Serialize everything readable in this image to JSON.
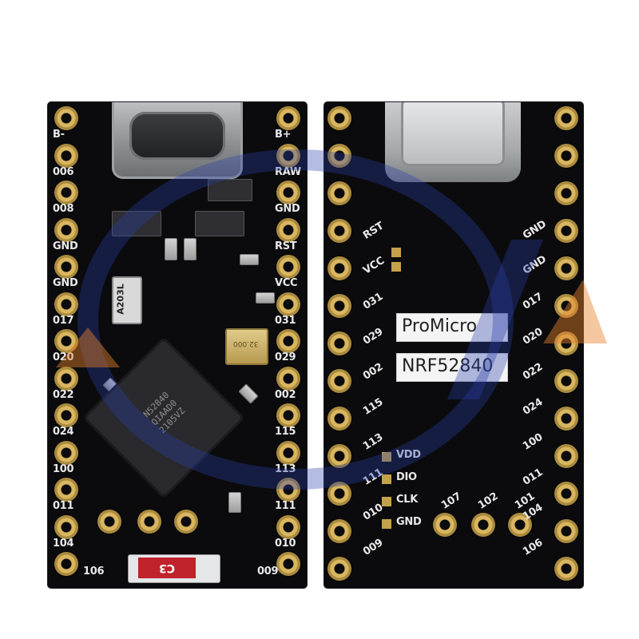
{
  "front": {
    "left_labels": [
      "B-",
      "006",
      "008",
      "GND",
      "GND",
      "017",
      "020",
      "022",
      "024",
      "100",
      "011",
      "104"
    ],
    "right_labels": [
      "B+",
      "RAW",
      "GND",
      "RST",
      "VCC",
      "031",
      "029",
      "002",
      "115",
      "113",
      "111",
      "010"
    ],
    "bottom_left_label": "106",
    "bottom_right_label": "009",
    "button_label": "C3",
    "oscillator_label": "A203L",
    "crystal_label": "32.000",
    "chip_lines": [
      "N52840",
      "QIAAD0",
      "2105VZ"
    ]
  },
  "back": {
    "label_line1": "ProMicro",
    "label_line2": "NRF52840",
    "left_labels": [
      "RST",
      "VCC",
      "031",
      "029",
      "002",
      "115",
      "113",
      "111",
      "010",
      "009"
    ],
    "right_labels": [
      "GND",
      "GND",
      "017",
      "020",
      "022",
      "024",
      "100",
      "011",
      "104",
      "106"
    ],
    "swd_labels": [
      "VDD",
      "DIO",
      "CLK",
      "GND"
    ],
    "middle_labels": [
      "107",
      "102",
      "101"
    ]
  },
  "colors": {
    "pcb": "#0b0b0d",
    "gold": "#d9b65f",
    "silk": "#e8e8e8",
    "watermark_blue": "#2c3ea8",
    "watermark_orange": "#e7822d"
  }
}
